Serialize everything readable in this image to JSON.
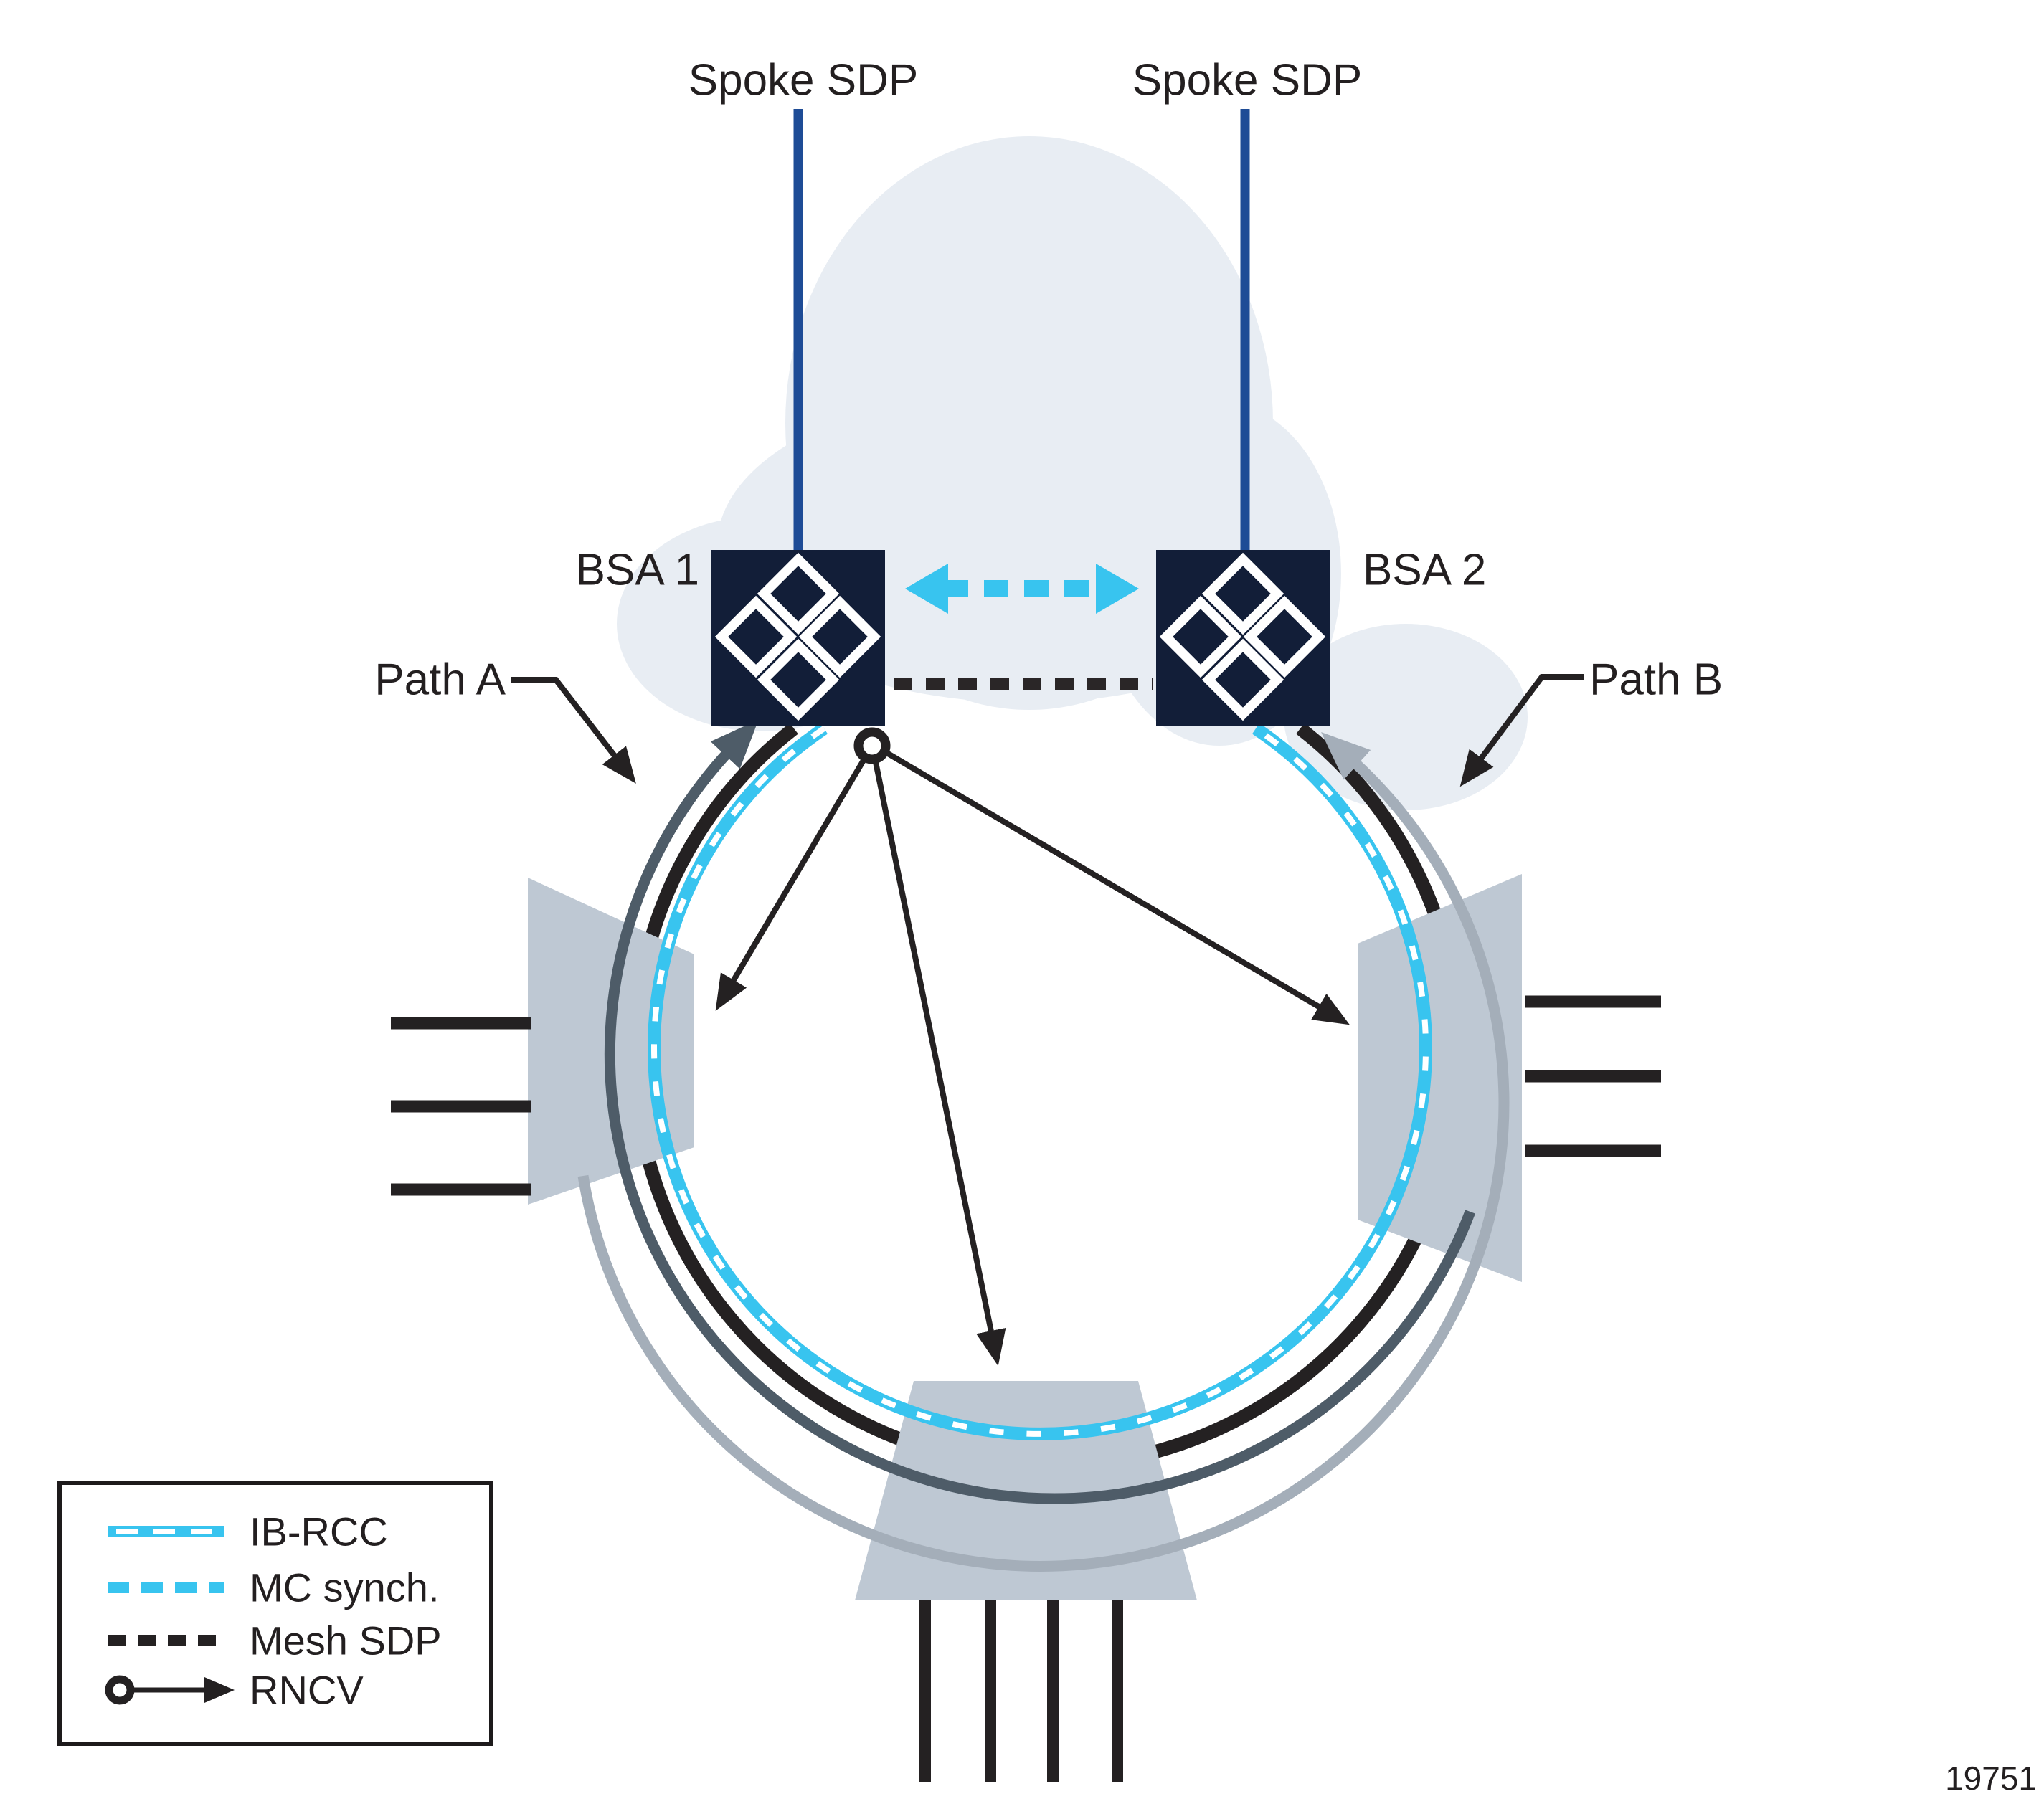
{
  "diagram": {
    "type": "network-ring-topology",
    "top_labels": {
      "spoke_sdp_left": "Spoke SDP",
      "spoke_sdp_right": "Spoke SDP"
    },
    "nodes": {
      "bsa1": {
        "label": "BSA 1"
      },
      "bsa2": {
        "label": "BSA 2"
      }
    },
    "paths": {
      "path_a": {
        "label": "Path A"
      },
      "path_b": {
        "label": "Path B"
      }
    },
    "legend": {
      "items": [
        {
          "key": "ib-rcc",
          "label": "IB-RCC"
        },
        {
          "key": "mc-synch",
          "label": "MC synch."
        },
        {
          "key": "mesh-sdp",
          "label": "Mesh SDP"
        },
        {
          "key": "rncv",
          "label": "RNCV"
        }
      ]
    },
    "figure_number": "19751",
    "colors": {
      "cyan": "#38c4ef",
      "navy_box": "#121e38",
      "spoke_blue": "#1e4c96",
      "line_black": "#242122",
      "path_a_slate": "#4e5c68",
      "path_b_gray": "#a4aeb9",
      "trapezoid_gray": "#bec8d3",
      "cloud": "#e8edf3"
    }
  }
}
